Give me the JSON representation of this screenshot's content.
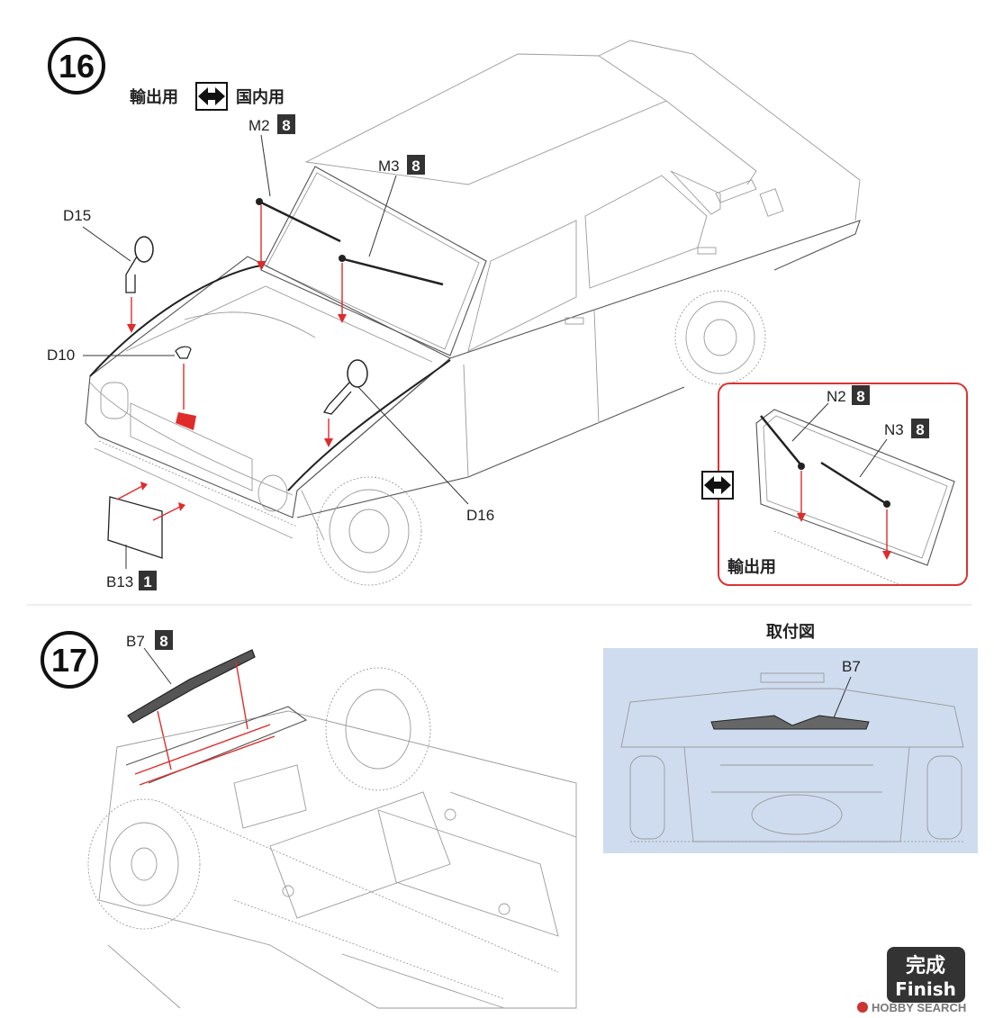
{
  "step16": {
    "number": "16",
    "export_label": "輸出用",
    "domestic_label": "国内用",
    "parts": {
      "m2": {
        "code": "M2",
        "tree": "8"
      },
      "m3": {
        "code": "M3",
        "tree": "8"
      },
      "d15": {
        "code": "D15"
      },
      "d10": {
        "code": "D10"
      },
      "d16": {
        "code": "D16"
      },
      "b13": {
        "code": "B13",
        "tree": "1"
      }
    },
    "inset": {
      "n2": {
        "code": "N2",
        "tree": "8"
      },
      "n3": {
        "code": "N3",
        "tree": "8"
      },
      "caption": "輸出用"
    }
  },
  "step17": {
    "number": "17",
    "parts": {
      "b7": {
        "code": "B7",
        "tree": "8"
      }
    },
    "attach_view": {
      "title": "取付図",
      "part": "B7"
    }
  },
  "finish": {
    "jp": "完成",
    "en": "Finish"
  },
  "watermark": "HOBBY SEARCH",
  "colors": {
    "accent_red": "#e02b2b",
    "inset_bg": "#cfdcef",
    "badge": "#333333"
  }
}
